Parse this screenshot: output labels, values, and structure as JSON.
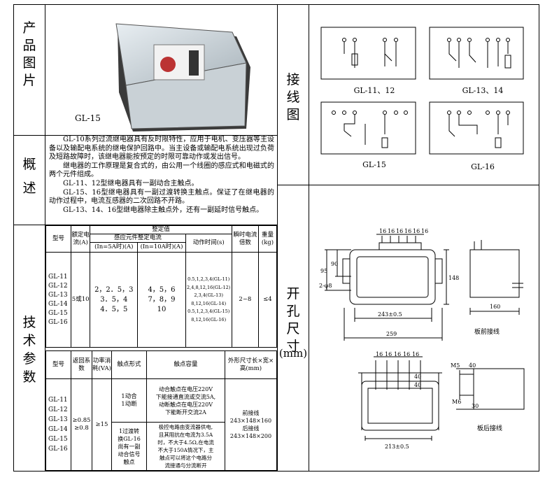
{
  "sections": {
    "product_image": "产品图片",
    "overview": "概述",
    "tech_params": "技术参数",
    "wiring": "接线图",
    "cutout": "开孔尺寸",
    "cutout_unit": "(mm)"
  },
  "photo": {
    "caption": "GL-15"
  },
  "overview_paragraphs": [
    "GL-10系列过流继电器具有反时限特性，应用于电机、变压器等主设备以及输配电系统的继电保护回路中。当主设备或输配电系统出现过负荷及短路故障时，该继电器能按预定的时限可靠动作或发出信号。",
    "继电器的工作原理是复合式的，由公用一个线圈的感应式和电磁式的两个元件组成。",
    "GL-11、12型继电器具有一副动合主触点。",
    "GL-15、16型继电器具有一副过渡转换主触点。保证了在继电器的动作过程中，电流互感器的二次回路不开路。",
    "GL-13、14、16型继电器除主触点外，还有一副延时信号触点。"
  ],
  "table1": {
    "h_model": "型号",
    "h_rated": "额定电流(A)",
    "h_setting": "整定值",
    "h_induction": "感应元件整定电流",
    "h_in5": "(In=5A时)(A)",
    "h_in10": "(In=10A时)(A)",
    "h_time": "动作时间(s)",
    "h_instant": "瞬时电流倍数",
    "h_weight": "重量(kg)",
    "models": [
      "GL-11",
      "GL-12",
      "GL-13",
      "GL-14",
      "GL-15",
      "GL-16"
    ],
    "rated": "5或10",
    "in5": [
      "2，2．5，3",
      "3．5，4",
      "4．5，5"
    ],
    "in10": [
      "4，5，6",
      "7，8，9",
      "10"
    ],
    "times": [
      "0.5,1,2,3,4(GL-11)",
      "2,4,8,12,16(GL-12)",
      "2,3,4(GL-13)",
      "8,12,16(GL-14)",
      "0.5,1,2,3,4(GL-15)",
      "8,12,16(GL-16)"
    ],
    "instant": "2~8",
    "weight": "≤4"
  },
  "table2": {
    "h_model": "型号",
    "h_return": "返回系数",
    "h_power": "功率消耗(VA)",
    "h_contact": "触点形式",
    "h_capacity": "触点容量",
    "h_dims": "外形尺寸长×宽×高(mm)",
    "models": [
      "GL-11",
      "GL-12",
      "GL-13",
      "GL-14",
      "GL-15",
      "GL-16"
    ],
    "return": [
      "≥0.85",
      "≥0.8"
    ],
    "power": "≥15",
    "contact1": [
      "1动合",
      "1动断"
    ],
    "capacity1": [
      "动合触点在电压220V",
      "下能接通直流或交流5A,",
      "动断触点在电压220V",
      "下能断开交流2A"
    ],
    "contact2": [
      "1过渡转",
      "换GL-16",
      "尚有一副",
      "动合信号",
      "触点"
    ],
    "capacity2": [
      "极控电路由变流器供电,",
      "且其阻抗在电流为3.5A",
      "时，不大于4.5Ω,在电流",
      "不大于150A情况下，主",
      "触点可以将这个电路分",
      "流接通与分流断开"
    ],
    "dims": [
      "前接线",
      "243×148×160",
      "后接线",
      "243×148×200"
    ]
  },
  "wiring_labels": [
    "GL-11、12",
    "GL-13、14",
    "GL-15",
    "GL-16"
  ],
  "front_drawing": {
    "dims_top": [
      "16",
      "16",
      "16",
      "16",
      "16",
      "16"
    ],
    "d95": "95",
    "d90": "90",
    "d148": "148",
    "hole": "2-φ8",
    "d243": "243±0.5",
    "d259": "259",
    "d160": "160",
    "label": "板前接线"
  },
  "rear_drawing": {
    "dims_top": [
      "16",
      "16",
      "16",
      "16",
      "16"
    ],
    "d40a": "40",
    "d40b": "40",
    "m5": "M5",
    "m6": "M6",
    "d30": "30",
    "d213": "213±0.5",
    "label": "板后接线"
  }
}
